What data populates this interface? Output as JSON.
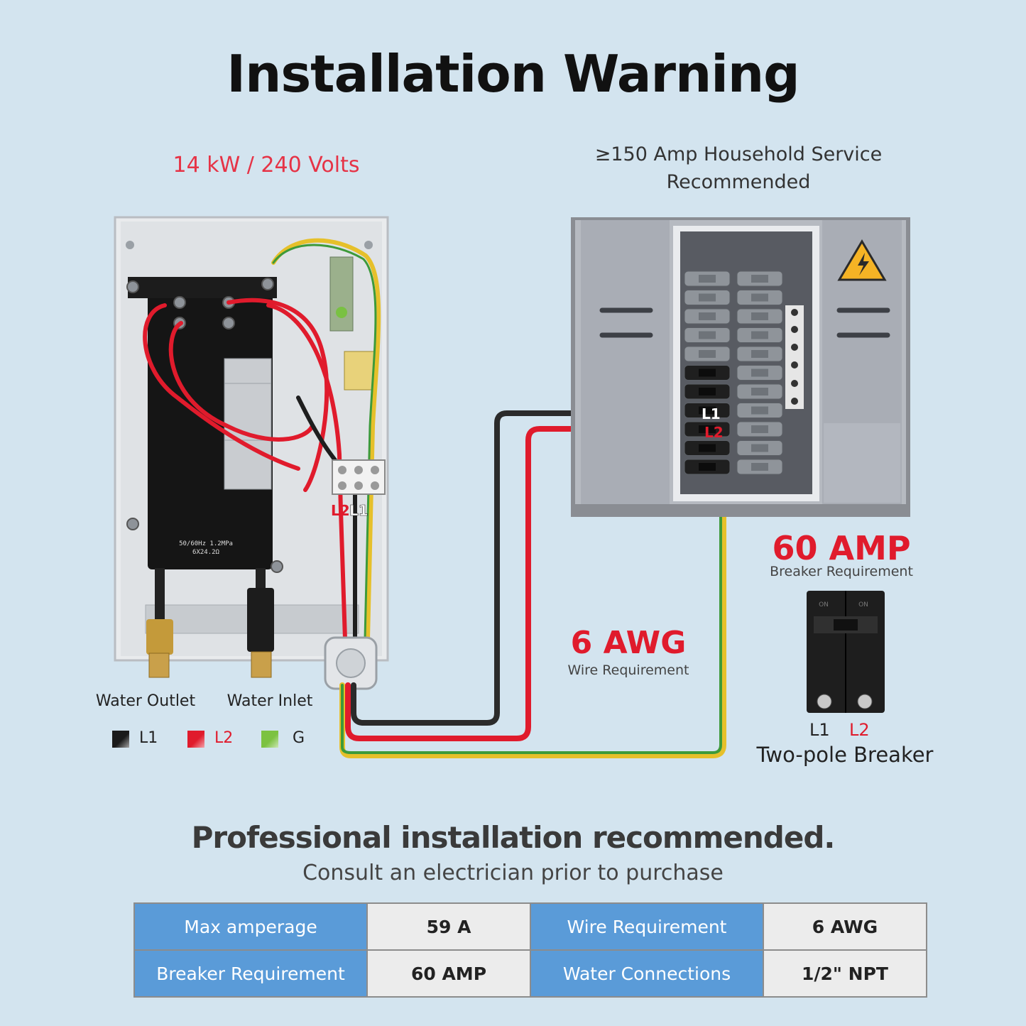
{
  "title": "Installation Warning",
  "power_rating": "14 kW / 240 Volts",
  "service_note": [
    "≥150 Amp Household Service",
    "Recommended"
  ],
  "heater": {
    "board_text": [
      "50/60Hz 1.2MPa",
      "6X24.2Ω"
    ],
    "terminal_labels": [
      "L2",
      "L1"
    ]
  },
  "panel": {
    "breaker_labels": [
      "L1",
      "L2"
    ],
    "warning_icon": "high-voltage-warning-icon"
  },
  "wire": {
    "value": "6 AWG",
    "caption": "Wire Requirement"
  },
  "breaker": {
    "value": "60 AMP",
    "caption": "Breaker Requirement",
    "switch_text": [
      "ON",
      "ON"
    ],
    "poles": [
      "L1",
      "L2"
    ],
    "name": "Two-pole Breaker"
  },
  "water": {
    "outlet": "Water Outlet",
    "inlet": "Water Inlet"
  },
  "legend": [
    {
      "label": "L1",
      "color": "#1a1a1a",
      "text_color": "#222222"
    },
    {
      "label": "L2",
      "color": "#e01b2c",
      "text_color": "#e01b2c"
    },
    {
      "label": "G",
      "color": "#7cc242",
      "text_color": "#222222"
    }
  ],
  "colors": {
    "l1_wire": "#2b2b2b",
    "l2_wire": "#e01b2c",
    "ground_green": "#3d9a3a",
    "ground_yellow": "#e6c02a",
    "table_key": "#5a9bd8"
  },
  "headline": "Professional installation recommended.",
  "subline": "Consult an electrician prior to purchase",
  "specs": [
    {
      "k1": "Max amperage",
      "v1": "59 A",
      "k2": "Wire Requirement",
      "v2": "6  AWG"
    },
    {
      "k1": "Breaker Requirement",
      "v1": "60 AMP",
      "k2": "Water Connections",
      "v2": "1/2\" NPT"
    }
  ]
}
